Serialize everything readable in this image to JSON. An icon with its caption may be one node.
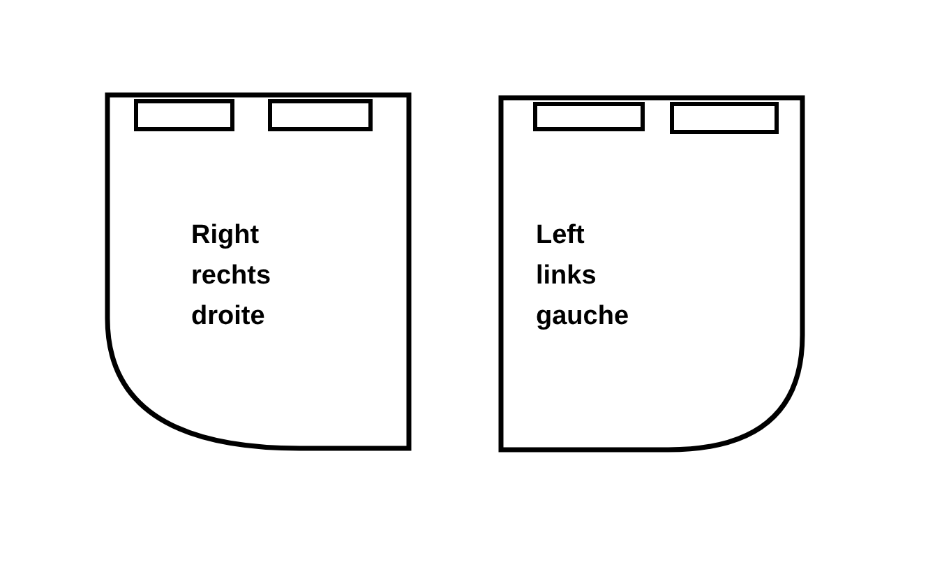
{
  "diagram": {
    "nodes": [
      {
        "text": [
          "Right",
          "rechts",
          "droite"
        ]
      },
      {
        "text": [],
        "shape": "box",
        "in": 0
      },
      {
        "text": [],
        "shape": "box",
        "in": 0
      },
      {
        "text": [
          "Left",
          "links",
          "gauche"
        ]
      },
      {
        "text": [],
        "shape": "box",
        "in": 3
      },
      {
        "text": [],
        "shape": "box",
        "in": 3
      }
    ]
  }
}
